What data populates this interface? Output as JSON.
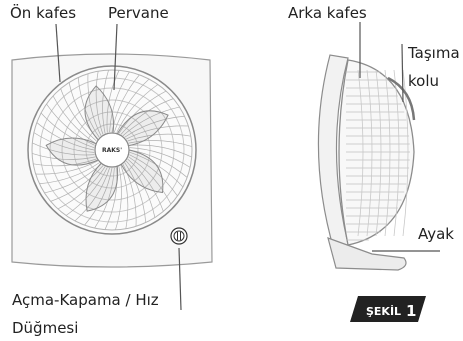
{
  "labels": {
    "front_grille": "Ön kafes",
    "propeller": "Pervane",
    "back_grille": "Arka kafes",
    "carry_handle_line1": "Taşıma",
    "carry_handle_line2": "kolu",
    "foot": "Ayak",
    "switch_line1": "Açma-Kapama / Hız",
    "switch_line2": "Düğmesi"
  },
  "brand": "RAKS'",
  "figure_badge": {
    "prefix": "ŞEKİL",
    "number": "1"
  },
  "colors": {
    "line": "#555555",
    "fan_body": "#f7f7f7",
    "badge_bg": "#222222"
  }
}
